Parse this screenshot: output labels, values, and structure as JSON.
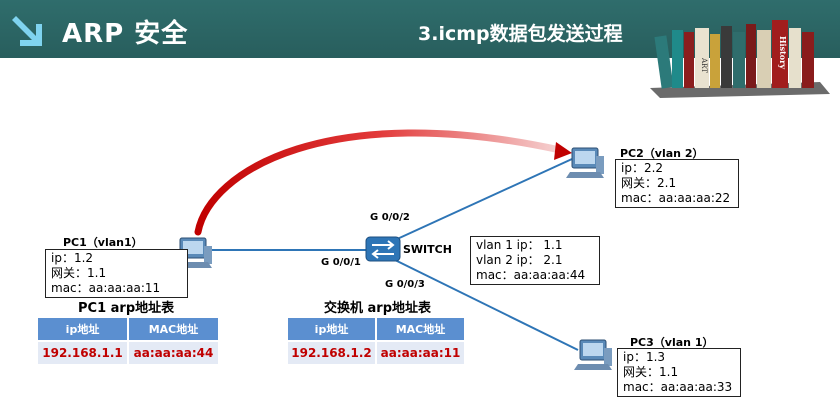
{
  "header": {
    "title": "ARP 安全",
    "subtitle": "3.icmp数据包发送过程"
  },
  "decor": {
    "book_labels": [
      "ART",
      "History"
    ]
  },
  "pc1": {
    "label": "PC1（vlan1）",
    "ip": "ip：1.2",
    "gateway": "网关：1.1",
    "mac": "mac：aa:aa:aa:11"
  },
  "pc2": {
    "label": "PC2（vlan 2）",
    "ip": "ip：2.2",
    "gateway": "网关：2.1",
    "mac": "mac：aa:aa:aa:22"
  },
  "pc3": {
    "label": "PC3（vlan 1）",
    "ip": "ip：1.3",
    "gateway": "网关：1.1",
    "mac": "mac：aa:aa:aa:33"
  },
  "switch": {
    "label": "SWITCH",
    "vlan1_ip": "vlan 1 ip： 1.1",
    "vlan2_ip": "vlan 2 ip： 2.1",
    "mac": "mac：aa:aa:aa:44",
    "ports": {
      "to_pc1": "G 0/0/1",
      "to_pc2": "G 0/0/2",
      "to_pc3": "G 0/0/3"
    }
  },
  "pc1_arp_table": {
    "title": "PC1 arp地址表",
    "headers": [
      "ip地址",
      "MAC地址"
    ],
    "rows": [
      [
        "192.168.1.1",
        "aa:aa:aa:44"
      ]
    ]
  },
  "switch_arp_table": {
    "title": "交换机 arp地址表",
    "headers": [
      "ip地址",
      "MAC地址"
    ],
    "rows": [
      [
        "192.168.1.2",
        "aa:aa:aa:11"
      ]
    ]
  },
  "colors": {
    "banner": "#2f6d6c",
    "link": "#2e75b6",
    "packet_arrow": "#c00000",
    "table_header": "#5b8fd0",
    "table_cell": "#e4eaf5",
    "table_text": "#c00000"
  }
}
